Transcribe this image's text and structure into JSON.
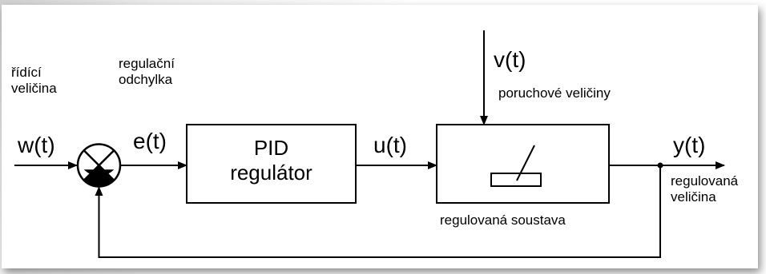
{
  "labels": {
    "ridici": [
      "řídící",
      "veličina"
    ],
    "odchylka": [
      "regulační",
      "odchylka"
    ],
    "poruchove": "poruchové veličiny",
    "soustava": "regulovaná soustava",
    "regulovana": [
      "regulovaná",
      "veličina"
    ]
  },
  "signals": {
    "w": "w(t)",
    "e": "e(t)",
    "u": "u(t)",
    "v": "v(t)",
    "y": "y(t)"
  },
  "blocks": {
    "pid": [
      "PID",
      "regulátor"
    ]
  }
}
